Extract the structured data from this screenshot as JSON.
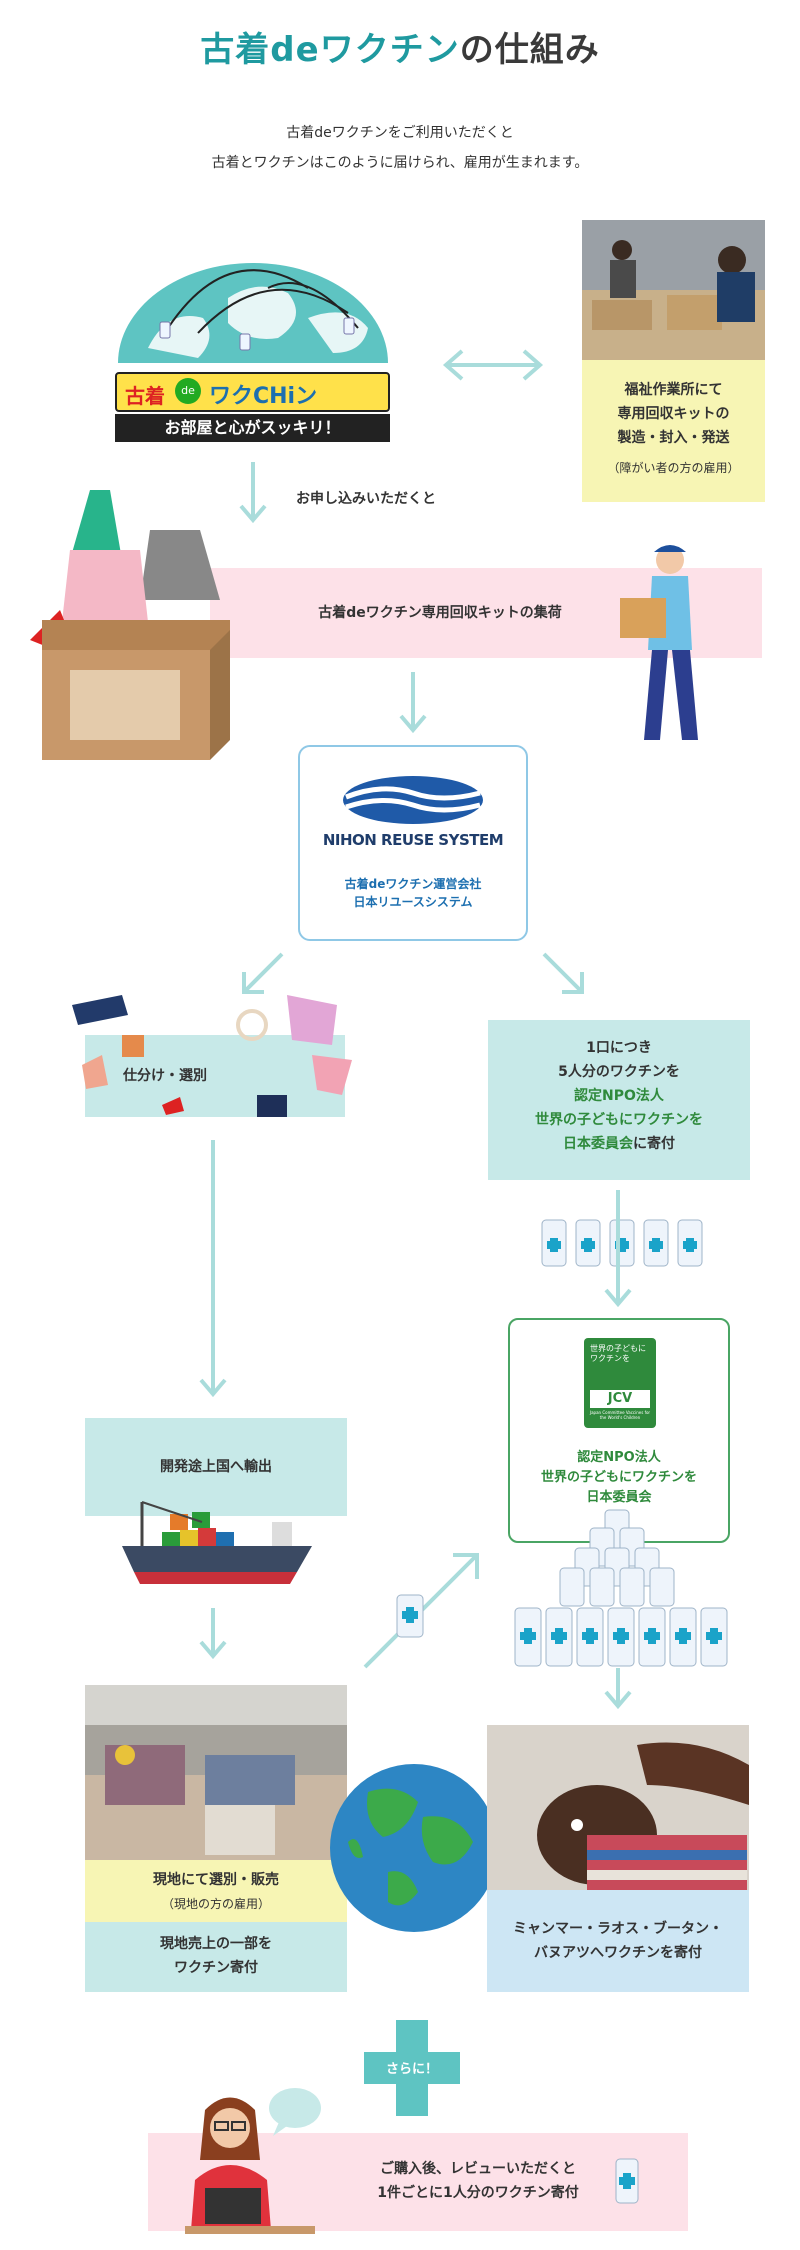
{
  "title": {
    "part1": "古着deワクチン",
    "part2": "の仕組み"
  },
  "intro": {
    "line1": "古着deワクチンをご利用いただくと",
    "line2": "古着とワクチンはこのように届けられ、雇用が生まれます。"
  },
  "logo": {
    "brand_a": "古着",
    "brand_de": "de",
    "brand_b": "ワクCHiン",
    "tagline": "お部屋と心がスッキリ！"
  },
  "welfare": {
    "line1": "福祉作業所にて",
    "line2": "専用回収キットの",
    "line3": "製造・封入・発送",
    "note": "（障がい者の方の雇用）"
  },
  "apply_label": "お申し込みいただくと",
  "collect_label": "古着deワクチン専用回収キットの集荷",
  "nrs": {
    "logo_text": "NIHON REUSE SYSTEM",
    "line1": "古着deワクチン運営会社",
    "line2": "日本リユースシステム"
  },
  "sort_label": "仕分け・選別",
  "donate": {
    "line1": "1口につき",
    "line2": "5人分のワクチンを",
    "line3": "認定NPO法人",
    "line4": "世界の子どもにワクチンを",
    "line5_green": "日本委員会",
    "line5_rest": "に寄付"
  },
  "jcv": {
    "badge_jp": "世界の子どもにワクチンを",
    "badge_abbr": "JCV",
    "badge_en": "Japan Committee Vaccines for the World's Children",
    "line1": "認定NPO法人",
    "line2": "世界の子どもにワクチンを",
    "line3": "日本委員会"
  },
  "export_label": "開発途上国へ輸出",
  "local": {
    "line1": "現地にて選別・販売",
    "note": "（現地の方の雇用）",
    "line2": "現地売上の一部を",
    "line3": "ワクチン寄付"
  },
  "countries": {
    "line1": "ミャンマー・ラオス・ブータン・",
    "line2": "バヌアツへワクチンを寄付"
  },
  "more_label": "さらに！",
  "review": {
    "line1": "ご購入後、レビューいただくと",
    "line2": "1件ごとに1人分のワクチン寄付"
  },
  "colors": {
    "teal": "#1f9aa0",
    "arrow": "#a9dcdb",
    "yellow_box": "#f7f5b4",
    "teal_box": "#c7e9e8",
    "pink_box": "#fde1e8",
    "blue_box": "#cde6f4",
    "green": "#2f8a3c"
  }
}
